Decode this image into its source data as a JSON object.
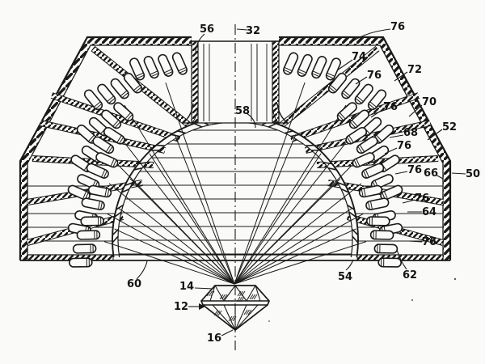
{
  "figure": {
    "description": "Patent drawing of a hemispherical multi-lamp illumination apparatus directing light rays onto a gemstone",
    "background_color": "#fafaf8",
    "ink_color": "#1a1a1a",
    "labels": {
      "n12": "12",
      "n14": "14",
      "n16": "16",
      "n32": "32",
      "n50": "50",
      "n52": "52",
      "n54": "54",
      "n56": "56",
      "n58": "58",
      "n60": "60",
      "n62": "62",
      "n64": "64",
      "n66": "66",
      "n68": "68",
      "n70": "70",
      "n72": "72",
      "n74": "74",
      "n76": "76"
    }
  }
}
